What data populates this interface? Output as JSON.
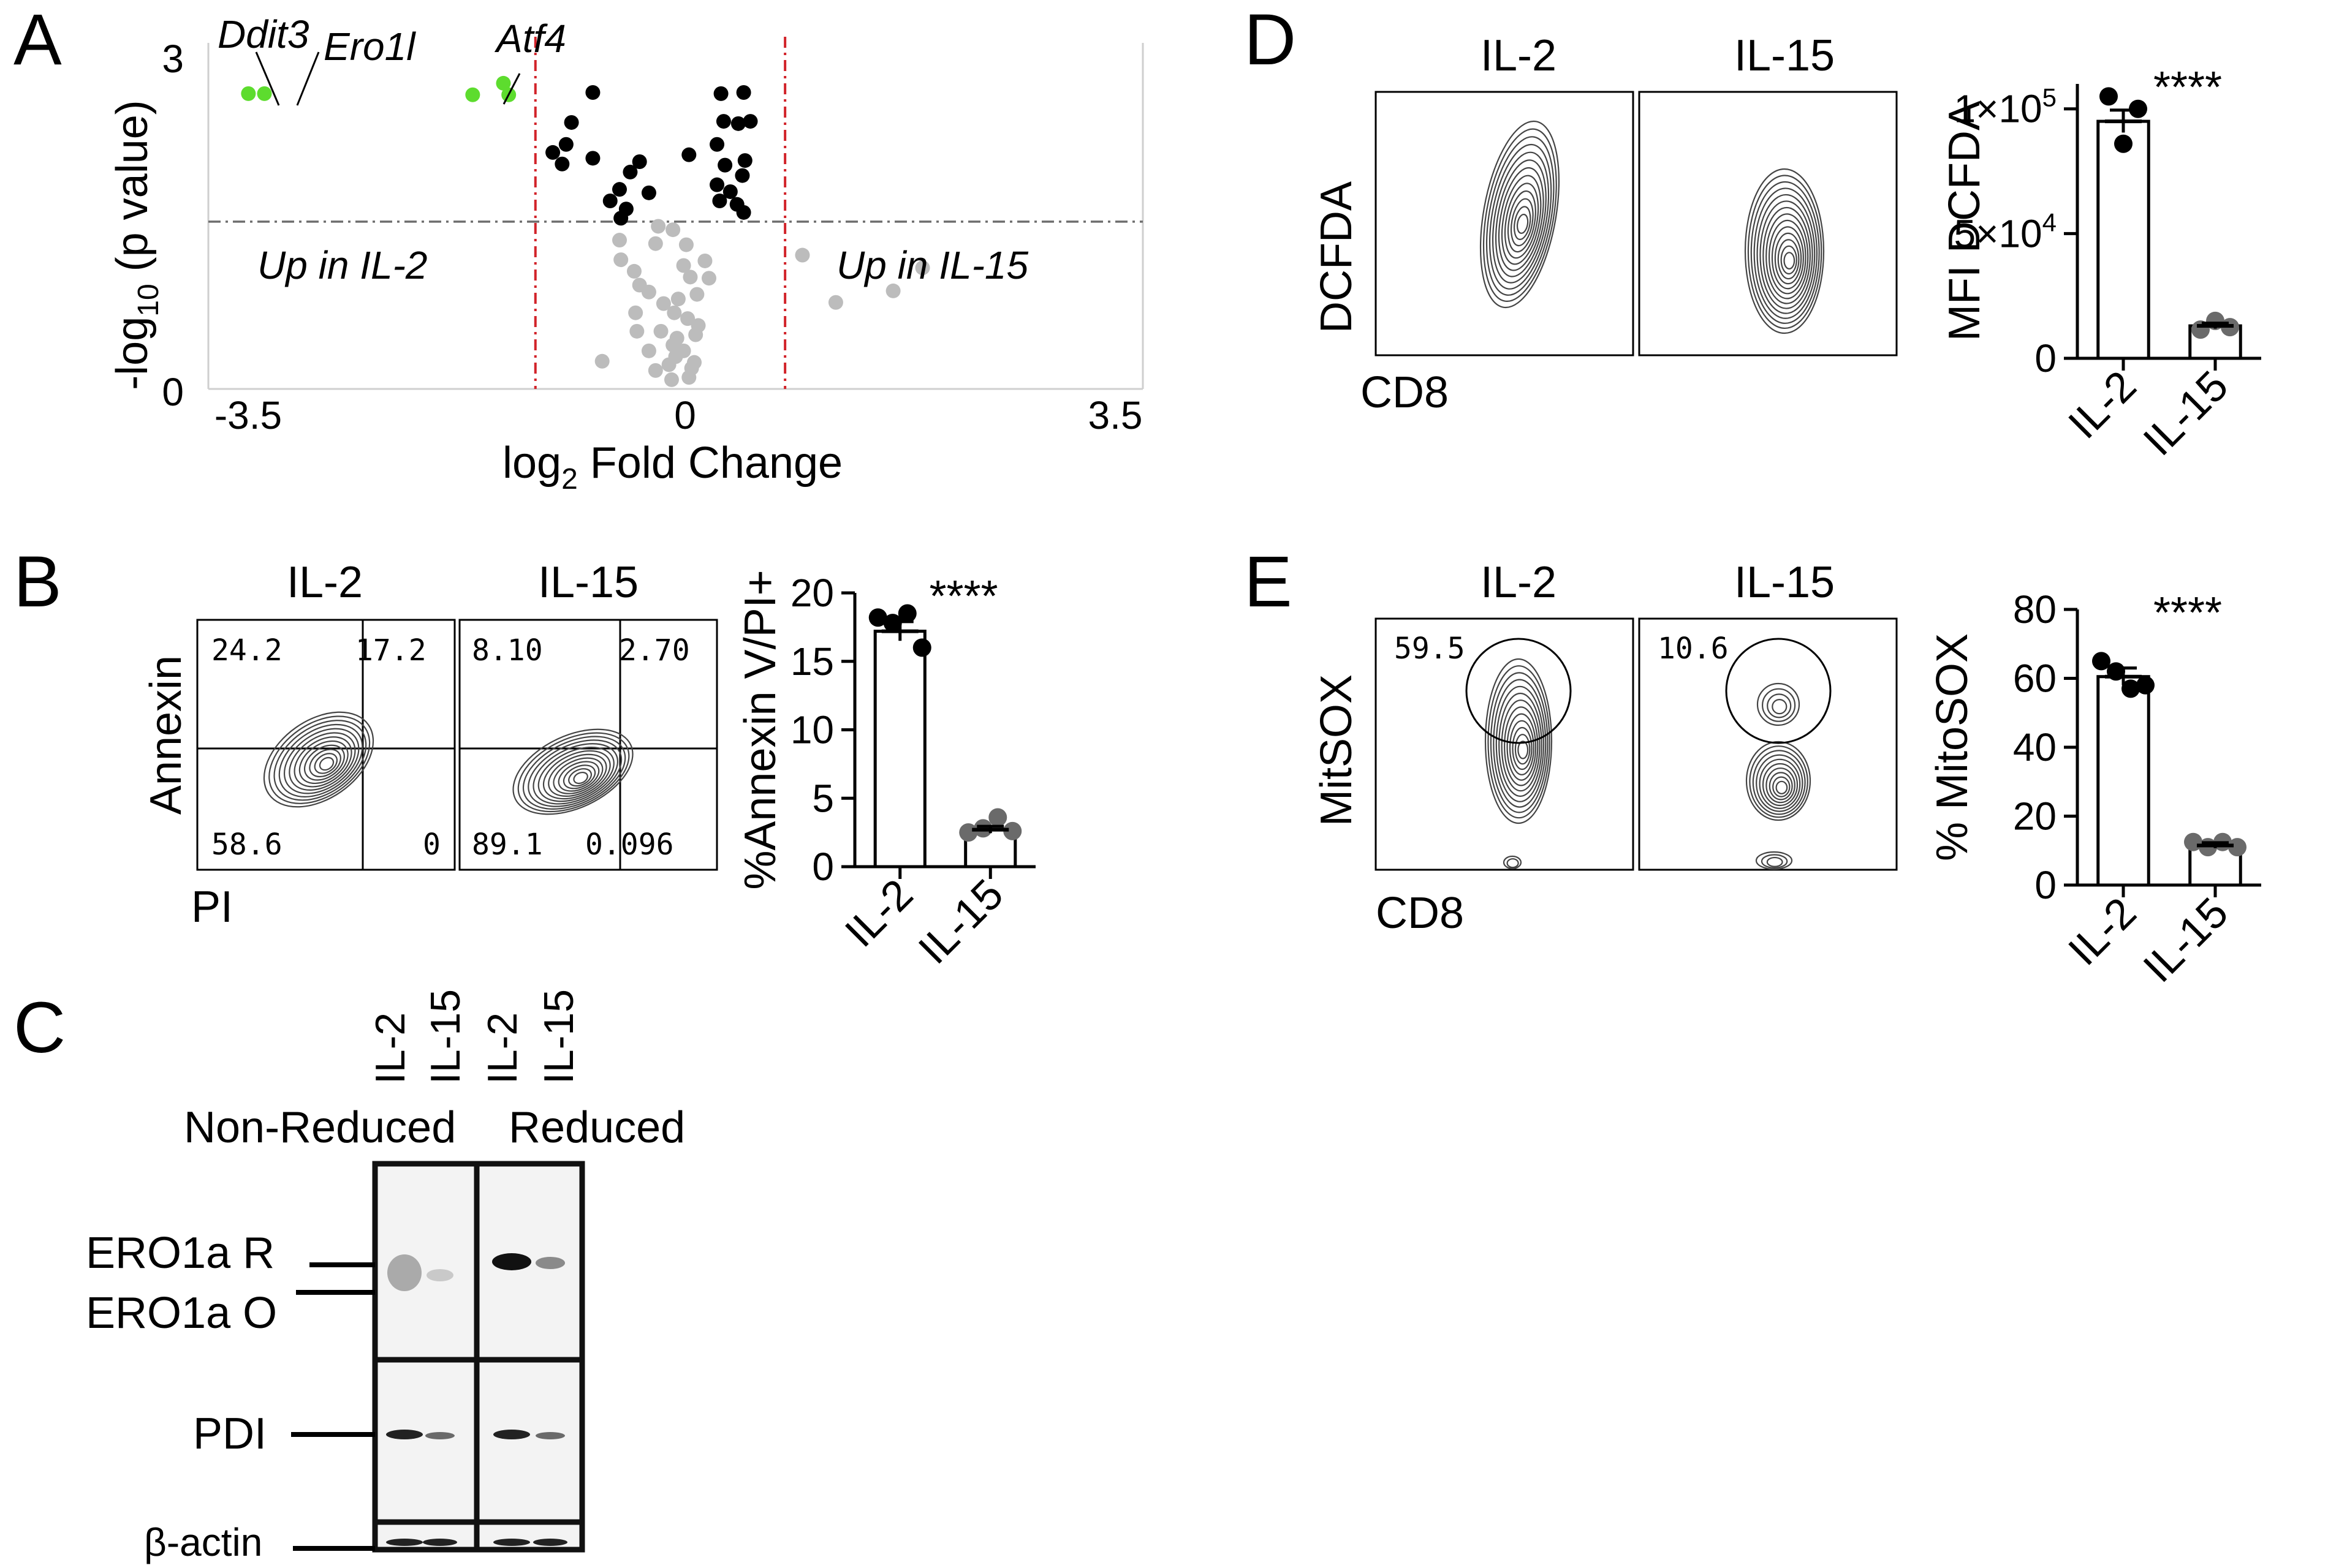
{
  "panels": {
    "A": {
      "letter": "A"
    },
    "B": {
      "letter": "B",
      "flow_titles": [
        "IL-2",
        "IL-15"
      ],
      "y_axis": "Annexin",
      "x_axis": "PI",
      "quadrants": [
        [
          "24.2",
          "17.2",
          "58.6",
          "0"
        ],
        [
          "8.10",
          "2.70",
          "89.1",
          "0.096"
        ]
      ]
    },
    "C": {
      "letter": "C",
      "lanes": [
        "IL-2",
        "IL-15",
        "IL-2",
        "IL-15"
      ],
      "group_left": "Non-Reduced",
      "group_right": "Reduced",
      "bands": [
        "ERO1a R",
        "ERO1a O",
        "PDI",
        "β-actin"
      ]
    },
    "D": {
      "letter": "D",
      "flow_titles": [
        "IL-2",
        "IL-15"
      ],
      "y_axis": "DCFDA",
      "x_axis": "CD8"
    },
    "E": {
      "letter": "E",
      "flow_titles": [
        "IL-2",
        "IL-15"
      ],
      "y_axis": "MitSOX",
      "x_axis": "CD8",
      "gates": [
        "59.5",
        "10.6"
      ]
    }
  },
  "chart_data": [
    {
      "panel": "A",
      "type": "scatter",
      "xlabel": "log2 Fold Change",
      "ylabel": "-log10 (p value)",
      "xlim": [
        -3.5,
        3.5
      ],
      "ylim": [
        0,
        3
      ],
      "x_ticks": [
        "-3.5",
        "0",
        "3.5"
      ],
      "y_ticks": [
        "0",
        "3"
      ],
      "threshold_y": 1.45,
      "fold_thresholds": [
        -1.05,
        0.82
      ],
      "region_labels": [
        "Up in IL-2",
        "Up in IL-15"
      ],
      "highlight_labels": [
        "Ddit3",
        "Ero1l",
        "Atf4"
      ],
      "colors": {
        "highlight": "#5ddc2e",
        "significant": "#000000",
        "nonsignificant": "#bcbcbc",
        "threshold": "#d2232a"
      },
      "series": [
        {
          "points": [
            [
              -3.2,
              2.56
            ],
            [
              -3.08,
              2.56
            ],
            [
              -1.52,
              2.55
            ],
            [
              -1.29,
              2.65
            ],
            [
              -1.25,
              2.55
            ]
          ]
        },
        {
          "points": [
            [
              -0.62,
              2.57
            ],
            [
              -0.78,
              2.31
            ],
            [
              -0.92,
              2.05
            ],
            [
              -0.85,
              1.95
            ],
            [
              -0.82,
              2.12
            ],
            [
              -0.62,
              2.0
            ],
            [
              -0.34,
              1.88
            ],
            [
              -0.27,
              1.97
            ],
            [
              -0.42,
              1.73
            ],
            [
              -0.49,
              1.63
            ],
            [
              -0.37,
              1.56
            ],
            [
              -0.41,
              1.48
            ],
            [
              -0.2,
              1.7
            ],
            [
              0.1,
              2.03
            ],
            [
              0.34,
              2.56
            ],
            [
              0.51,
              2.57
            ],
            [
              0.36,
              2.32
            ],
            [
              0.47,
              2.3
            ],
            [
              0.56,
              2.32
            ],
            [
              0.31,
              2.12
            ],
            [
              0.37,
              1.94
            ],
            [
              0.52,
              1.98
            ],
            [
              0.5,
              1.85
            ],
            [
              0.31,
              1.77
            ],
            [
              0.41,
              1.71
            ],
            [
              0.33,
              1.63
            ],
            [
              0.46,
              1.6
            ],
            [
              0.51,
              1.53
            ]
          ]
        },
        {
          "points": [
            [
              -0.13,
              1.41
            ],
            [
              -0.02,
              1.38
            ],
            [
              -0.42,
              1.29
            ],
            [
              -0.15,
              1.26
            ],
            [
              0.08,
              1.25
            ],
            [
              -0.41,
              1.12
            ],
            [
              0.06,
              1.07
            ],
            [
              0.22,
              1.11
            ],
            [
              -0.31,
              1.02
            ],
            [
              0.11,
              0.97
            ],
            [
              -0.27,
              0.9
            ],
            [
              -0.2,
              0.84
            ],
            [
              0.16,
              0.82
            ],
            [
              -0.09,
              0.74
            ],
            [
              0.02,
              0.78
            ],
            [
              -0.3,
              0.66
            ],
            [
              -0.01,
              0.66
            ],
            [
              0.09,
              0.61
            ],
            [
              0.17,
              0.55
            ],
            [
              -0.29,
              0.5
            ],
            [
              -0.11,
              0.5
            ],
            [
              0.01,
              0.44
            ],
            [
              0.15,
              0.47
            ],
            [
              -0.02,
              0.38
            ],
            [
              0.06,
              0.33
            ],
            [
              -0.2,
              0.33
            ],
            [
              0.0,
              0.28
            ],
            [
              0.14,
              0.23
            ],
            [
              -0.05,
              0.21
            ],
            [
              0.12,
              0.18
            ],
            [
              -0.55,
              0.24
            ],
            [
              -0.15,
              0.16
            ],
            [
              -0.03,
              0.08
            ],
            [
              0.1,
              0.1
            ],
            [
              0.25,
              0.96
            ],
            [
              0.95,
              1.16
            ],
            [
              1.2,
              0.75
            ],
            [
              1.63,
              0.85
            ],
            [
              1.85,
              1.05
            ]
          ]
        }
      ]
    },
    {
      "panel": "B",
      "type": "bar",
      "ylabel": "%Annexin V/PI+",
      "ylim": [
        0,
        20
      ],
      "y_ticks": [
        "0",
        "5",
        "10",
        "15",
        "20"
      ],
      "categories": [
        "IL-2",
        "IL-15"
      ],
      "values": [
        17.2,
        2.7
      ],
      "sem": [
        0.7,
        0.25
      ],
      "points": [
        [
          18.2,
          17.8,
          18.5,
          16.0
        ],
        [
          2.5,
          2.8,
          3.6,
          2.6
        ]
      ],
      "significance": "****"
    },
    {
      "panel": "D",
      "type": "bar",
      "ylabel": "MFI DCFDA",
      "ylim": [
        0,
        110000
      ],
      "y_tick_values": [
        0,
        50000,
        100000
      ],
      "y_tick_labels": [
        "0",
        "5×10",
        "1×10"
      ],
      "y_tick_exponents": [
        "",
        "4",
        "5"
      ],
      "categories": [
        "IL-2",
        "IL-15"
      ],
      "values": [
        95000,
        13000
      ],
      "sem": [
        4500,
        1100
      ],
      "points": [
        [
          105000,
          86000,
          100000
        ],
        [
          11500,
          15000,
          12500
        ]
      ],
      "significance": "****"
    },
    {
      "panel": "E",
      "type": "bar",
      "ylabel": "% MitoSOX",
      "ylim": [
        0,
        80
      ],
      "y_ticks": [
        "0",
        "20",
        "40",
        "60",
        "80"
      ],
      "categories": [
        "IL-2",
        "IL-15"
      ],
      "values": [
        60.5,
        11.5
      ],
      "sem": [
        2.5,
        0.8
      ],
      "points": [
        [
          65.0,
          62.0,
          57.0,
          58.0
        ],
        [
          12.5,
          11.0,
          12.5,
          11.0
        ]
      ],
      "significance": "****"
    }
  ]
}
